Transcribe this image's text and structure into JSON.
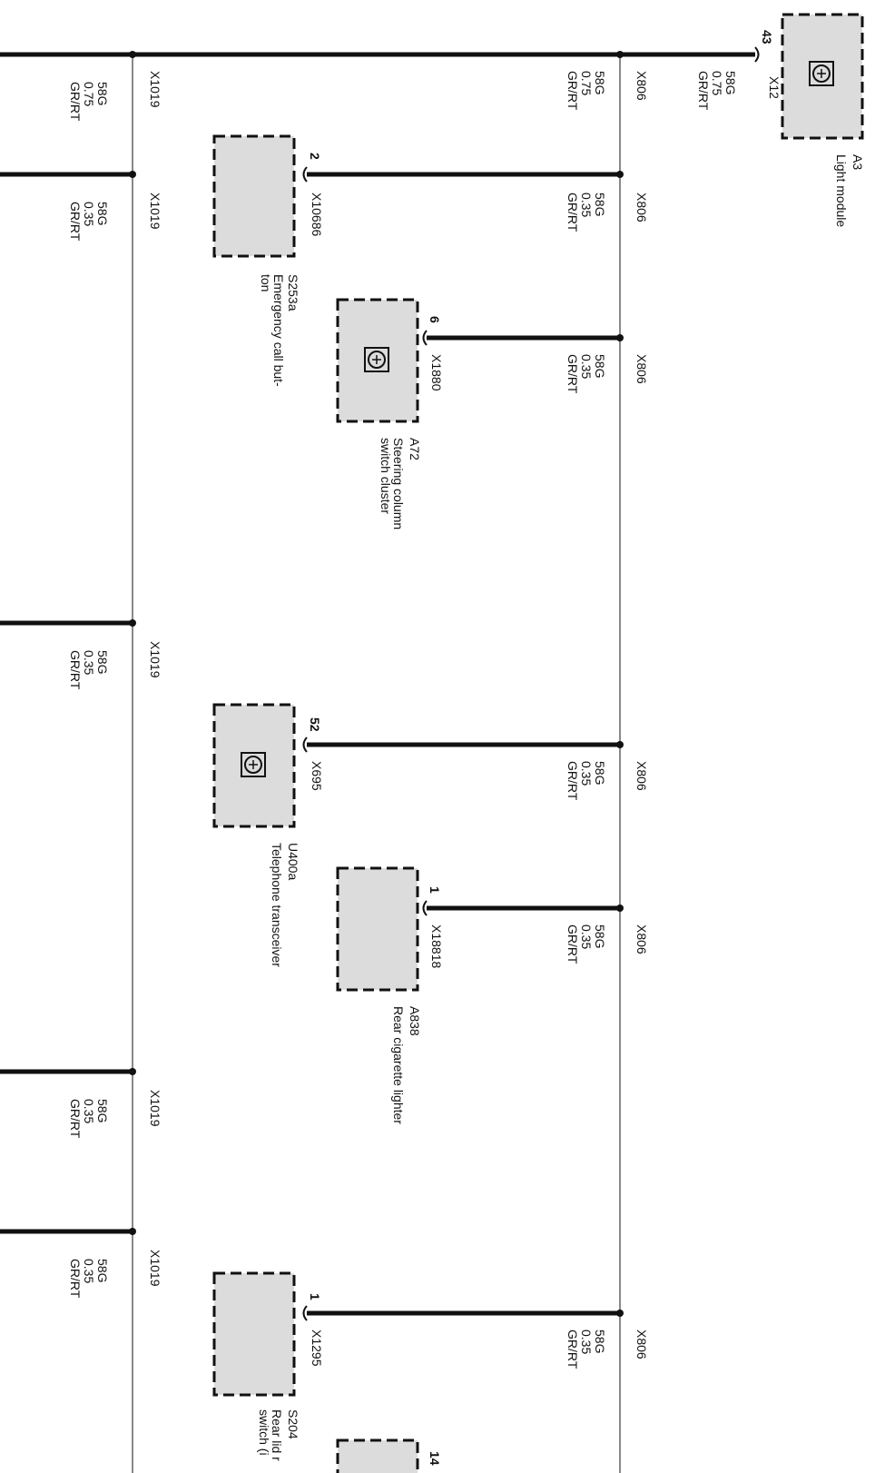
{
  "top_wire": {
    "pin": "43",
    "connector": "X12",
    "wire": [
      "58G",
      "0.75",
      "GR/RT"
    ],
    "splice": "X806"
  },
  "left_wire": {
    "wire": [
      "58G",
      "0.75",
      "GR/RT"
    ],
    "splice": "X1019",
    "wire2": [
      "58G",
      "0.75",
      "GR/RT"
    ]
  },
  "a3": {
    "id": "A3",
    "name": "Light module"
  },
  "branches": [
    {
      "pin": "2",
      "connector": "X10686",
      "wire": [
        "58G",
        "0.35",
        "GR/RT"
      ],
      "splice": "X806",
      "comp_id": "S253a",
      "comp_name": [
        "Emergency call but-",
        "ton"
      ]
    },
    {
      "pin": "6",
      "connector": "X1880",
      "wire": [
        "58G",
        "0.35",
        "GR/RT"
      ],
      "splice": "X806",
      "comp_id": "A72",
      "comp_name": [
        "Steering column",
        "switch cluster"
      ]
    },
    {
      "pin": "52",
      "connector": "X695",
      "wire": [
        "58G",
        "0.35",
        "GR/RT"
      ],
      "splice": "X806",
      "comp_id": "U400a",
      "comp_name": [
        "Telephone transceiver"
      ]
    },
    {
      "pin": "1",
      "connector": "X18818",
      "wire": [
        "58G",
        "0.35",
        "GR/RT"
      ],
      "splice": "X806",
      "comp_id": "A838",
      "comp_name": [
        "Rear cigarette lighter"
      ]
    },
    {
      "pin": "1",
      "connector": "X1295",
      "wire": [
        "58G",
        "0.35",
        "GR/RT"
      ],
      "splice": "X806",
      "comp_id": "S204",
      "comp_name": [
        "Rear lid r",
        "switch (i"
      ]
    }
  ],
  "left_branches": [
    {
      "splice": "X1019",
      "wire": [
        "58G",
        "0.35",
        "GR/RT"
      ]
    },
    {
      "splice": "X1019",
      "wire": [
        "58G",
        "0.35",
        "GR/RT"
      ]
    },
    {
      "splice": "X1019",
      "wire": [
        "58G",
        "0.35",
        "GR/RT"
      ]
    },
    {
      "splice": "X1019",
      "wire": [
        "58G",
        "0.35",
        "GR/RT"
      ]
    }
  ],
  "partial_pin": "14"
}
